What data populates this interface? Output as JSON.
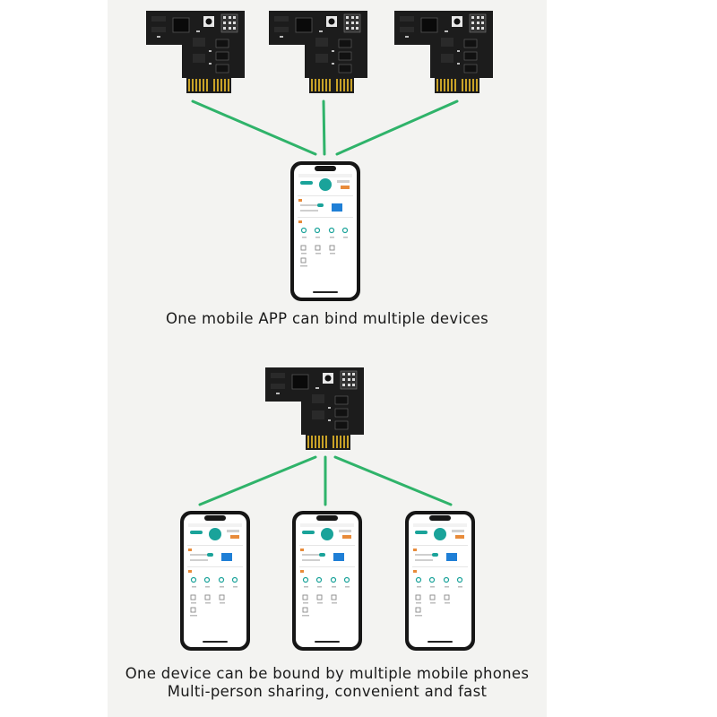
{
  "captions": {
    "one_app_multi_devices": "One mobile APP can bind multiple devices",
    "one_device_multi_phones_line1": "One device can be bound by multiple mobile phones",
    "one_device_multi_phones_line2": "Multi-person sharing, convenient and fast"
  },
  "colors": {
    "connector_line": "#2fb36a",
    "board": "#1c1c1c",
    "gold_contacts": "#c9a227",
    "phone_body": "#161616",
    "app_accent_teal": "#1aa39a",
    "app_accent_orange": "#e88b3a"
  },
  "icons": {
    "board": "pcie-relay-board",
    "phone": "smartphone-app-screen"
  }
}
